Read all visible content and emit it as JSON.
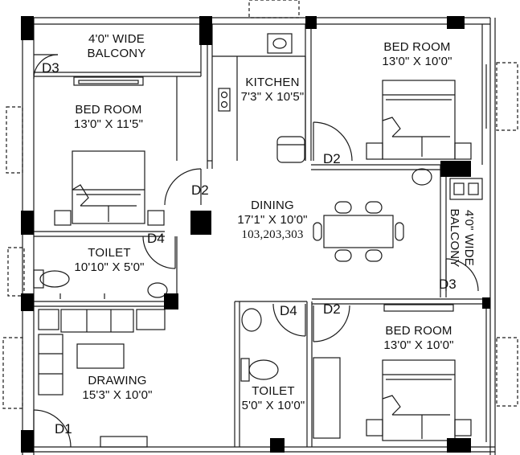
{
  "rooms": {
    "balcony_top": {
      "line1": "4'0\" WIDE",
      "line2": "BALCONY"
    },
    "bedroom_left": {
      "name": "BED ROOM",
      "size": "13'0\" X 11'5\""
    },
    "kitchen": {
      "name": "KITCHEN",
      "size": "7'3\" X 10'5\""
    },
    "bedroom_top_right": {
      "name": "BED ROOM",
      "size": "13'0\" X 10'0\""
    },
    "dining": {
      "name": "DINING",
      "size": "17'1\" X 10'0\"",
      "units": "103,203,303"
    },
    "balcony_right": {
      "line1": "4'0\" WIDE",
      "line2": "BALCONY"
    },
    "toilet_left": {
      "name": "TOILET",
      "size": "10'10\" X 5'0\""
    },
    "drawing": {
      "name": "DRAWING",
      "size": "15'3\" X 10'0\""
    },
    "toilet_center": {
      "name": "TOILET",
      "size": "5'0\" X 10'0\""
    },
    "bedroom_bottom_right": {
      "name": "BED ROOM",
      "size": "13'0\" X 10'0\""
    }
  },
  "doors": {
    "d3_top": "D3",
    "d2_left": "D2",
    "d2_kitchen": "D2",
    "d4_left": "D4",
    "d3_right": "D3",
    "d4_center": "D4",
    "d2_bottom": "D2",
    "d1": "D1"
  },
  "colors": {
    "wall": "#000000",
    "line": "#1a1a1a",
    "background": "#ffffff"
  }
}
